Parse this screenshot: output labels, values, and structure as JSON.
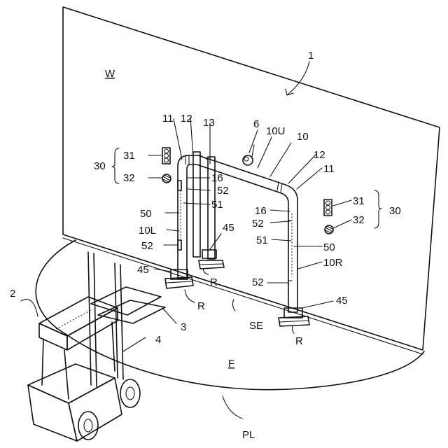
{
  "labels": {
    "wall": "W",
    "wall_num": "1",
    "forklift": "2",
    "fork": "3",
    "mast": "4",
    "camera": "6",
    "frame": "10",
    "frame_upper": "10U",
    "frame_left": "10L",
    "frame_right": "10R",
    "n11_left": "11",
    "n11_right": "11",
    "n12_left": "12",
    "n12_right": "12",
    "n13": "13",
    "n16_left": "16",
    "n16_right": "16",
    "n30_left": "30",
    "n30_right": "30",
    "n31_left": "31",
    "n31_right": "31",
    "n32_left": "32",
    "n32_right": "32",
    "n45_left": "45",
    "n45_mid": "45",
    "n45_right": "45",
    "n50_left": "50",
    "n50_right": "50",
    "n51_left": "51",
    "n51_right": "51",
    "n52_a": "52",
    "n52_b": "52",
    "n52_c": "52",
    "n52_d": "52",
    "r_left": "R",
    "r_mid": "R",
    "r_right": "R",
    "se": "SE",
    "floor": "F",
    "pl": "PL"
  }
}
